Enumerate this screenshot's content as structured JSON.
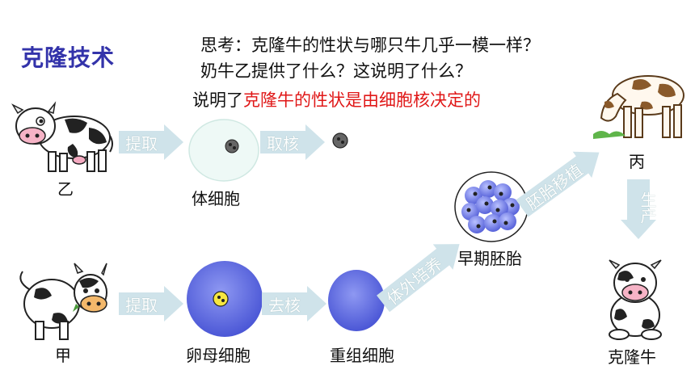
{
  "title": "克隆技术",
  "question_line1": "思考：克隆牛的性状与哪只牛几乎一模一样？",
  "question_line2": "奶牛乙提供了什么？这说明了什么？",
  "answer_prefix": "说明了",
  "answer_highlight": "克隆牛的性状是由细胞核决定的",
  "labels": {
    "cow_yi": "乙",
    "body_cell": "体细胞",
    "cow_jia": "甲",
    "egg_cell": "卵母细胞",
    "recombined_cell": "重组细胞",
    "early_embryo": "早期胚胎",
    "cow_bing": "丙",
    "clone_cow": "克隆牛"
  },
  "arrows": {
    "extract_top": "提取",
    "take_nucleus": "取核",
    "extract_bottom": "提取",
    "remove_nucleus": "去核",
    "in_vitro_culture": "体外培养",
    "embryo_transfer": "胚胎移植",
    "produce": "生产"
  },
  "colors": {
    "title": "#3333aa",
    "highlight": "#e01818",
    "arrow_fill": "#cfe3ea",
    "egg_cell": "#6f7be8"
  }
}
